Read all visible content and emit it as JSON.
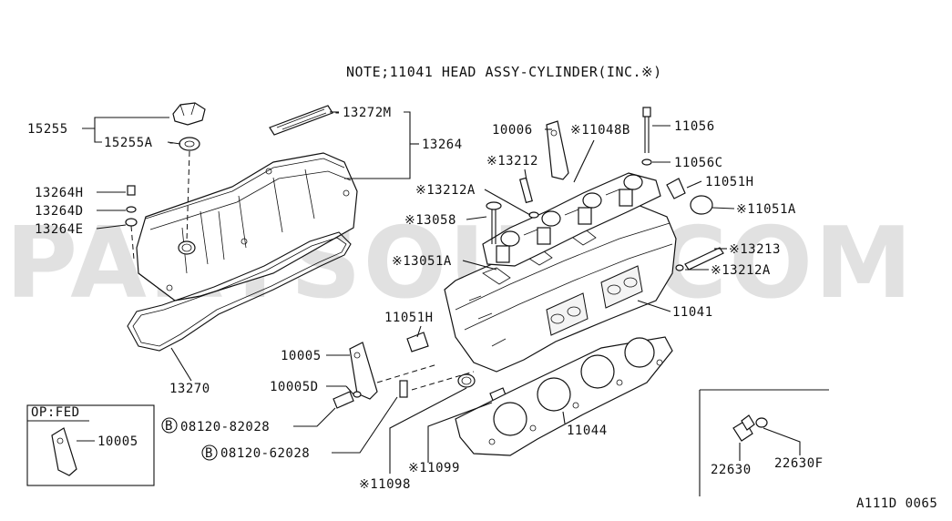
{
  "note": "NOTE;11041 HEAD ASSY-CYLINDER(INC.※)",
  "watermark": "PARTSOUQ.COM",
  "diagram_code": "A111D 0065",
  "option_box": {
    "title": "OP:FED",
    "part": "10005"
  },
  "labels": {
    "p15255": "15255",
    "p15255A": "15255A",
    "p13272M": "13272M",
    "p13264": "13264",
    "p13264H": "13264H",
    "p13264D": "13264D",
    "p13264E": "13264E",
    "p13270": "13270",
    "p10006": "10006",
    "p11048B": "※11048B",
    "p11056": "11056",
    "p11056C": "11056C",
    "p11051H_top": "11051H",
    "p11051A": "※11051A",
    "p13212": "※13212",
    "p13212A": "※13212A",
    "p13058": "※13058",
    "p13051A": "※13051A",
    "p13213": "※13213",
    "p13212A_r": "※13212A",
    "p11041": "11041",
    "p11051H_low": "11051H",
    "p10005": "10005",
    "p10005D": "10005D",
    "p08120_82028": "08120-82028",
    "p08120_62028": "08120-62028",
    "p11044": "11044",
    "p11099": "※11099",
    "p11098": "※11098",
    "p22630": "22630",
    "p22630F": "22630F",
    "bolt_badge": "B"
  }
}
